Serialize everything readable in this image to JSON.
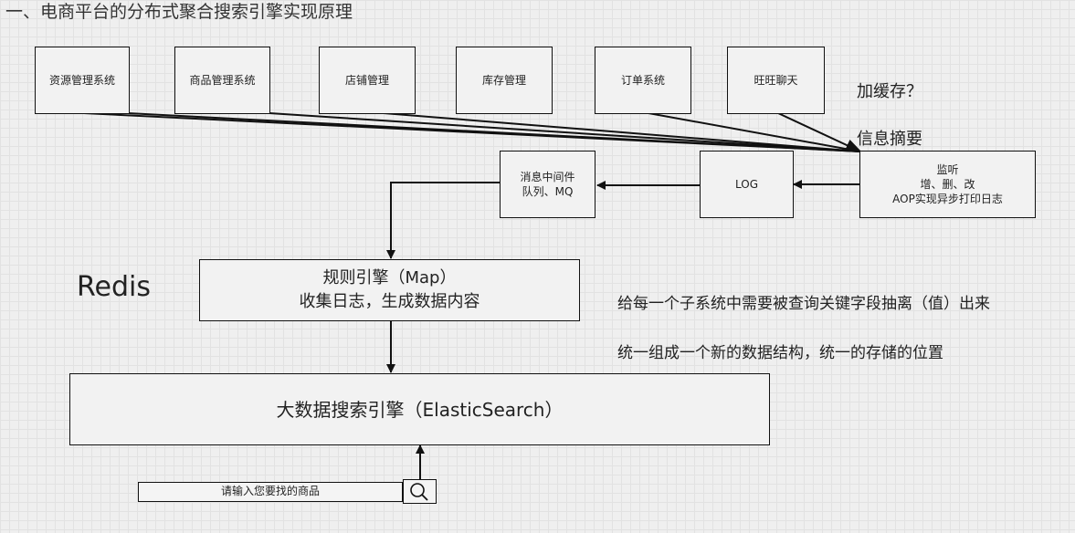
{
  "title": "一、电商平台的分布式聚合搜索引擎实现原理",
  "subsystems": [
    "资源管理系统",
    "商品管理系统",
    "店铺管理",
    "库存管理",
    "订单系统",
    "旺旺聊天"
  ],
  "monitor": {
    "title": "监听",
    "line2": "增、删、改",
    "line3": "AOP实现异步打印日志"
  },
  "log_label": "LOG",
  "mq": {
    "line1": "消息中间件",
    "line2": "队列、MQ"
  },
  "rules": {
    "line1": "规则引擎（Map）",
    "line2": "收集日志，生成数据内容"
  },
  "es_label": "大数据搜索引擎（ElasticSearch）",
  "redis_label": "Redis",
  "cache_note": {
    "line1": "加缓存？",
    "line2": "信息摘要"
  },
  "desc_note": {
    "line1": "给每一个子系统中需要被查询关键字段抽离（值）出来",
    "line2": "统一组成一个新的数据结构，统一的存储的位置"
  },
  "search": {
    "placeholder": "请输入您要找的商品",
    "icon": "search-icon"
  }
}
